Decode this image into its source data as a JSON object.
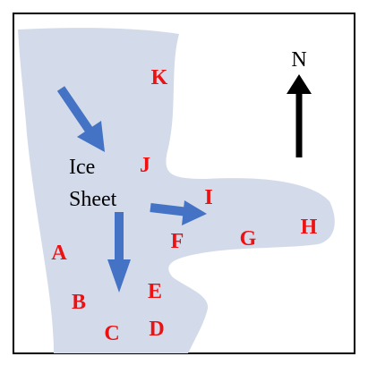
{
  "colors": {
    "ice": "#d3dbea",
    "flow_arrow": "#4472c4",
    "site_label": "#ee1111",
    "frame": "#000000",
    "text": "#000000"
  },
  "ice_sheet": {
    "line1": "Ice",
    "line2": "Sheet"
  },
  "north": {
    "label": "N",
    "icon": "north-arrow-icon"
  },
  "sites": {
    "K": "K",
    "J": "J",
    "I": "I",
    "H": "H",
    "G": "G",
    "F": "F",
    "E": "E",
    "D": "D",
    "C": "C",
    "B": "B",
    "A": "A"
  }
}
